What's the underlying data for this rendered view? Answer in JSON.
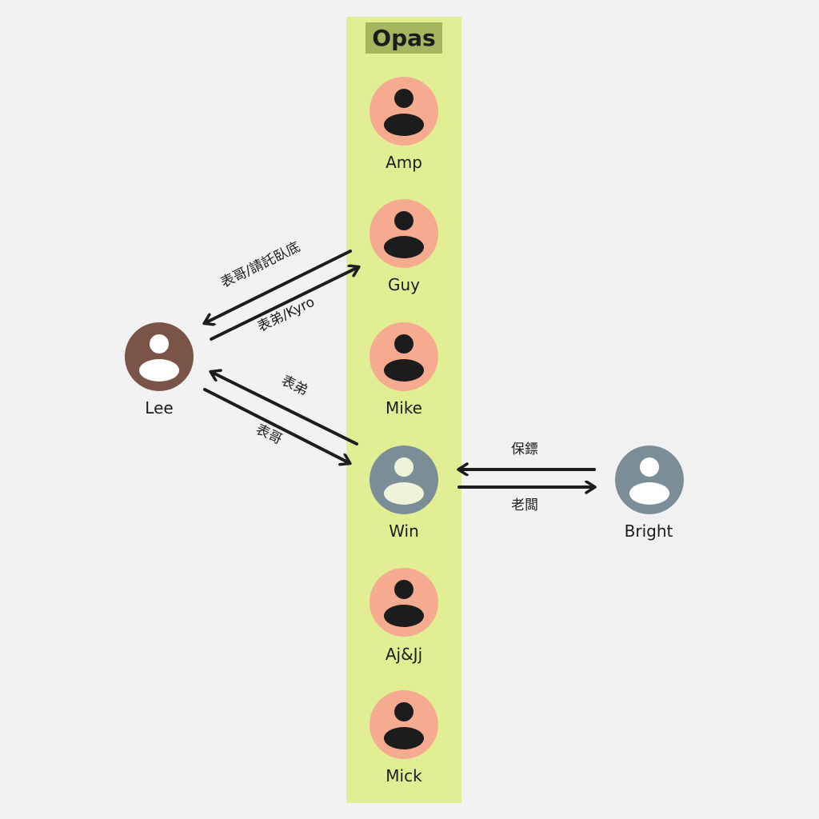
{
  "group": {
    "title": "Opas",
    "color": "#e2ee94",
    "title_bg": "#a5b660"
  },
  "colors": {
    "member_avatar": "#f6ab90",
    "member_figure": "#1c1c1c",
    "lee_avatar": "#7a5446",
    "lee_figure": "#ffffff",
    "win_avatar": "#7b8e98",
    "win_figure": "#eef3da",
    "bright_avatar": "#7b8e98",
    "bright_figure": "#ffffff",
    "arrow": "#1c1c1c",
    "text": "#1c1c1c"
  },
  "nodes": {
    "amp": "Amp",
    "guy": "Guy",
    "mike": "Mike",
    "win": "Win",
    "ajjj": "Aj&Jj",
    "mick": "Mick",
    "lee": "Lee",
    "bright": "Bright"
  },
  "edges": {
    "guy_to_lee": "表哥/請託臥底",
    "lee_to_guy": "表弟/Kyro",
    "win_to_lee": "表弟",
    "lee_to_win": "表哥",
    "bright_to_win": "保鏢",
    "win_to_bright": "老闆"
  }
}
